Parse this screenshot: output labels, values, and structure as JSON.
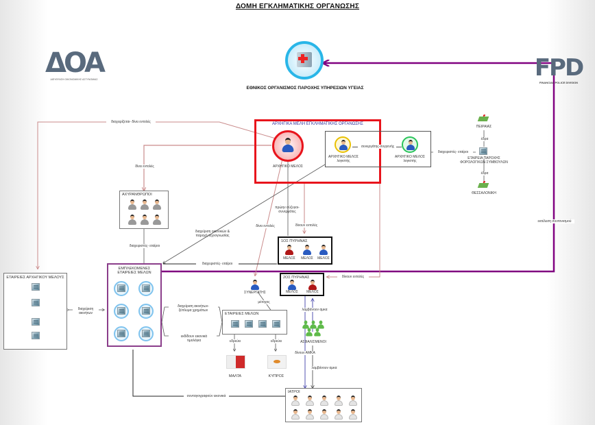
{
  "title": "ΔΟΜΗ ΕΓΚΛΗΜΑΤΙΚΗΣ ΟΡΓΑΝΩΣΗΣ",
  "logos": {
    "left": {
      "mark": "ΔΟΑ",
      "caption": "ΔΙΕΥΘΥΝΣΗ ΟΙΚΟΝΟΜΙΚΗΣ ΑΣΤΥΝΟΜΙΑΣ"
    },
    "right": {
      "mark": "FPD",
      "caption": "FINANCIAL POLICE DIVISION"
    }
  },
  "health_org": {
    "label": "ΕΘΝΙΚΟΣ ΟΡΓΑΝΙΣΜΟΣ ΠΑΡΟΧΗΣ ΥΠΗΡΕΣΙΩΝ ΥΓΕΙΑΣ",
    "icon": "hospital-icon"
  },
  "leaders_box": {
    "title": "ΑΡΧΗΓΙΚΑ ΜΕΛΗ ΕΓΚΛΗΜΑΤΙΚΗΣ ΟΡΓΑΝΩΣΗΣ",
    "main": "ΑΡΧΗΓΙΚΟ ΜΕΛΟΣ",
    "accountants": [
      {
        "line1": "ΑΡΧΗΓΙΚΟ ΜΕΛΟΣ",
        "line2": "λογιστής"
      },
      {
        "line1": "ΑΡΧΗΓΙΚΟ ΜΕΛΟΣ",
        "line2": "λογιστής"
      }
    ],
    "link": "συνεργάτης-συγγενής"
  },
  "tax_firm": {
    "top_place": "ΠΕΙΡΑΙΑΣ",
    "bottom_place": "ΘΕΣΣΑΛΟΝΙΚΗ",
    "seat_top": "έδρα",
    "seat_bottom": "έδρα",
    "line1": "ΕΤΑΙΡΕΙΑ ΠΑΡΟΧΗΣ",
    "line2": "ΦΟΡΟΛΟΓΙΚΩΝ ΣΥΜΒΟΥΛΩΝ"
  },
  "strawmen": {
    "title": "ΑΧΥΡΑΝΘΡΩΠΟΙ",
    "count": 6
  },
  "involved": {
    "line1": "ΕΜΠΛΕΚΟΜΕΝΕΣ",
    "line2": "ΕΤΑΙΡΕΙΕΣ ΜΕΛΩΝ",
    "count": 6
  },
  "leader_companies": {
    "title": "ΕΤΑΙΡΕΙΕΣ ΑΡΧΗΓΙΚΟΥ ΜΕΛΟΥΣ",
    "count": 4
  },
  "core1": {
    "title": "1ΟΣ ΠΥΡΗΝΑΣ",
    "members": [
      "ΜΕΛΟΣ",
      "ΜΕΛΟΣ",
      "ΜΕΛΟΣ"
    ]
  },
  "core2": {
    "title": "2ΟΣ ΠΥΡΗΝΑΣ",
    "members": [
      "ΜΕΛΟΣ",
      "ΜΕΛΟΣ"
    ]
  },
  "partner": "ΣΥΝΕΡΓΑΤΗΣ",
  "member_companies": {
    "title": "ΕΤΑΙΡΕΙΕΣ ΜΕΛΩΝ",
    "count": 4
  },
  "countries": [
    {
      "name": "ΜΑΛΤΑ",
      "seat": "εδρεύει",
      "color": "#cf2a2a"
    },
    {
      "name": "ΚΥΠΡΟΣ",
      "seat": "εδρεύει",
      "color": "#e08a2a"
    }
  ],
  "insured": "ΑΣΦΑΛΙΣΜΕΝΟΙ",
  "doctors": {
    "title": "ΙΑΤΡΟΙ",
    "count": 10
  },
  "edge_labels": {
    "manages_gives_orders": "διαχειρίζεται- δίνει εντολές",
    "gives_orders": "δίνει εντολές",
    "gives_orders_2": "δίνει εντολές",
    "nominal_partners": "διαχειριστές- εταίροι",
    "nominal_partners_2": "διαχειριστές- εταίροι",
    "nominal_partners_3": "διαχειριστές- εταίροι",
    "manage_fin": "διαχείριση οικονικών & παροχή τεχνογνωσίας",
    "former_spouse": "πρώην σύζυγοι- συνεργάτες",
    "they_give_orders": "δίνουν εντολές",
    "they_give_orders_2": "δίνουν εντολές",
    "execution": "εκτέλεση συντονισμού",
    "asset_mgmt": "διαχείριση",
    "asset_mgmt_2": "ακινήτων",
    "asset_mgmt_money_1": "διαχείριση ακινήτων-",
    "asset_mgmt_money_2": "ξέπλυμα χρημάτων",
    "fake_invoices_1": "εκδίδουν εικονικά",
    "fake_invoices_2": "τιμολόγια",
    "shareholder": "μέτοχος",
    "receive_amka": "λαμβάνουν αμκα",
    "receive_amka_2": "λαμβάνουν αμκα",
    "give_amka": "δίνουν ΑΜΚΑ",
    "prescriptions": "συνταγογραφούν εικονικά"
  },
  "colors": {
    "leader_red": "#e8141c",
    "purple": "#800080",
    "edge_red": "#c98a8a",
    "edge_gray": "#555555",
    "link_blue": "#3030b0"
  }
}
